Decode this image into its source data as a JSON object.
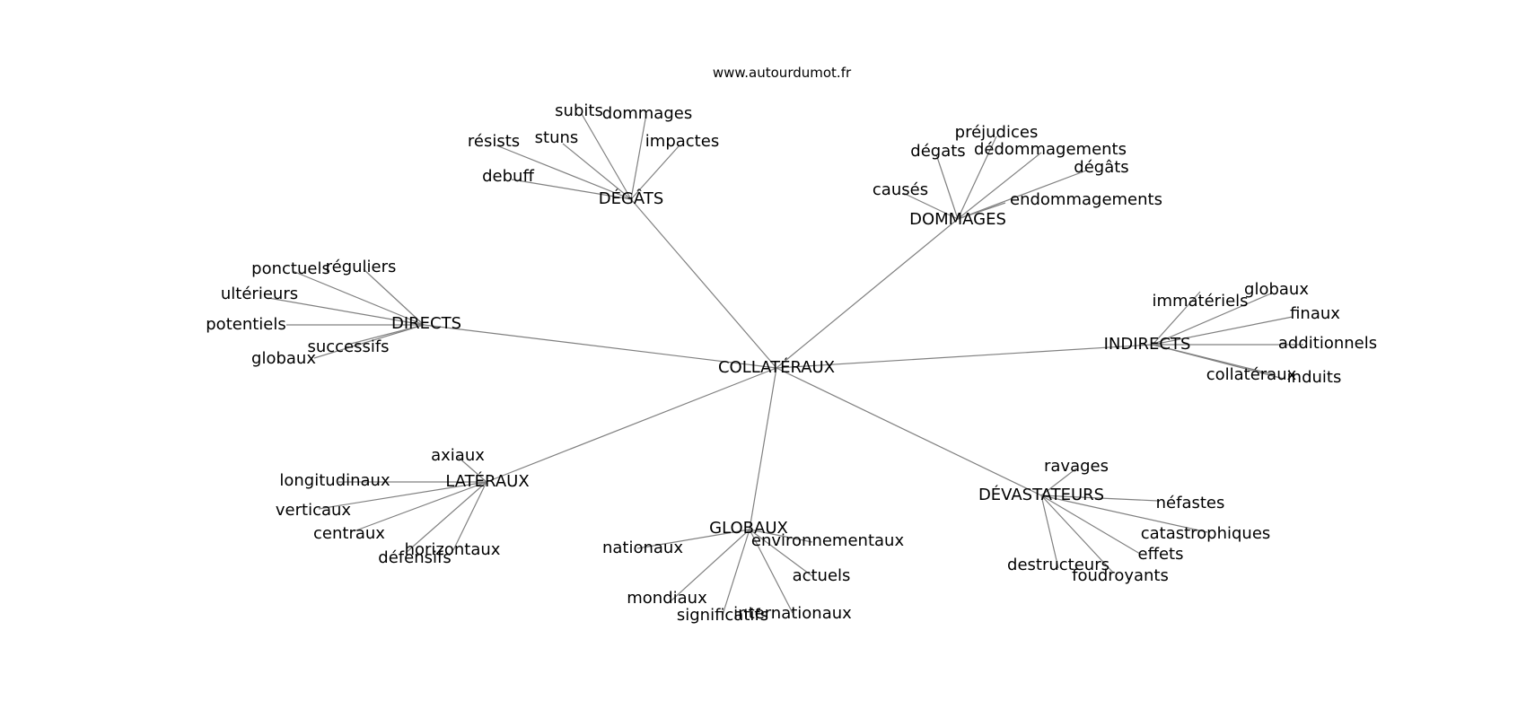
{
  "site": "www.autourdumot.fr",
  "graph": {
    "center": "COLLATÉRAUX",
    "clusters": [
      {
        "label": "DÉGÂTS",
        "terms": [
          "subits",
          "dommages",
          "résists",
          "stuns",
          "impactes",
          "debuff"
        ]
      },
      {
        "label": "DOMMAGES",
        "terms": [
          "préjudices",
          "dégats",
          "dédommagements",
          "dégâts",
          "causés",
          "endommagements"
        ]
      },
      {
        "label": "DIRECTS",
        "terms": [
          "ponctuels",
          "réguliers",
          "ultérieurs",
          "potentiels",
          "successifs",
          "globaux"
        ]
      },
      {
        "label": "INDIRECTS",
        "terms": [
          "immatériels",
          "globaux",
          "finaux",
          "additionnels",
          "collatéraux",
          "induits"
        ]
      },
      {
        "label": "LATÉRAUX",
        "terms": [
          "axiaux",
          "longitudinaux",
          "verticaux",
          "centraux",
          "défensifs",
          "horizontaux"
        ]
      },
      {
        "label": "GLOBAUX",
        "terms": [
          "environnementaux",
          "nationaux",
          "actuels",
          "mondiaux",
          "internationaux",
          "significatifs"
        ]
      },
      {
        "label": "DÉVASTATEURS",
        "terms": [
          "ravages",
          "néfastes",
          "catastrophiques",
          "effets",
          "destructeurs",
          "foudroyants"
        ]
      }
    ]
  }
}
